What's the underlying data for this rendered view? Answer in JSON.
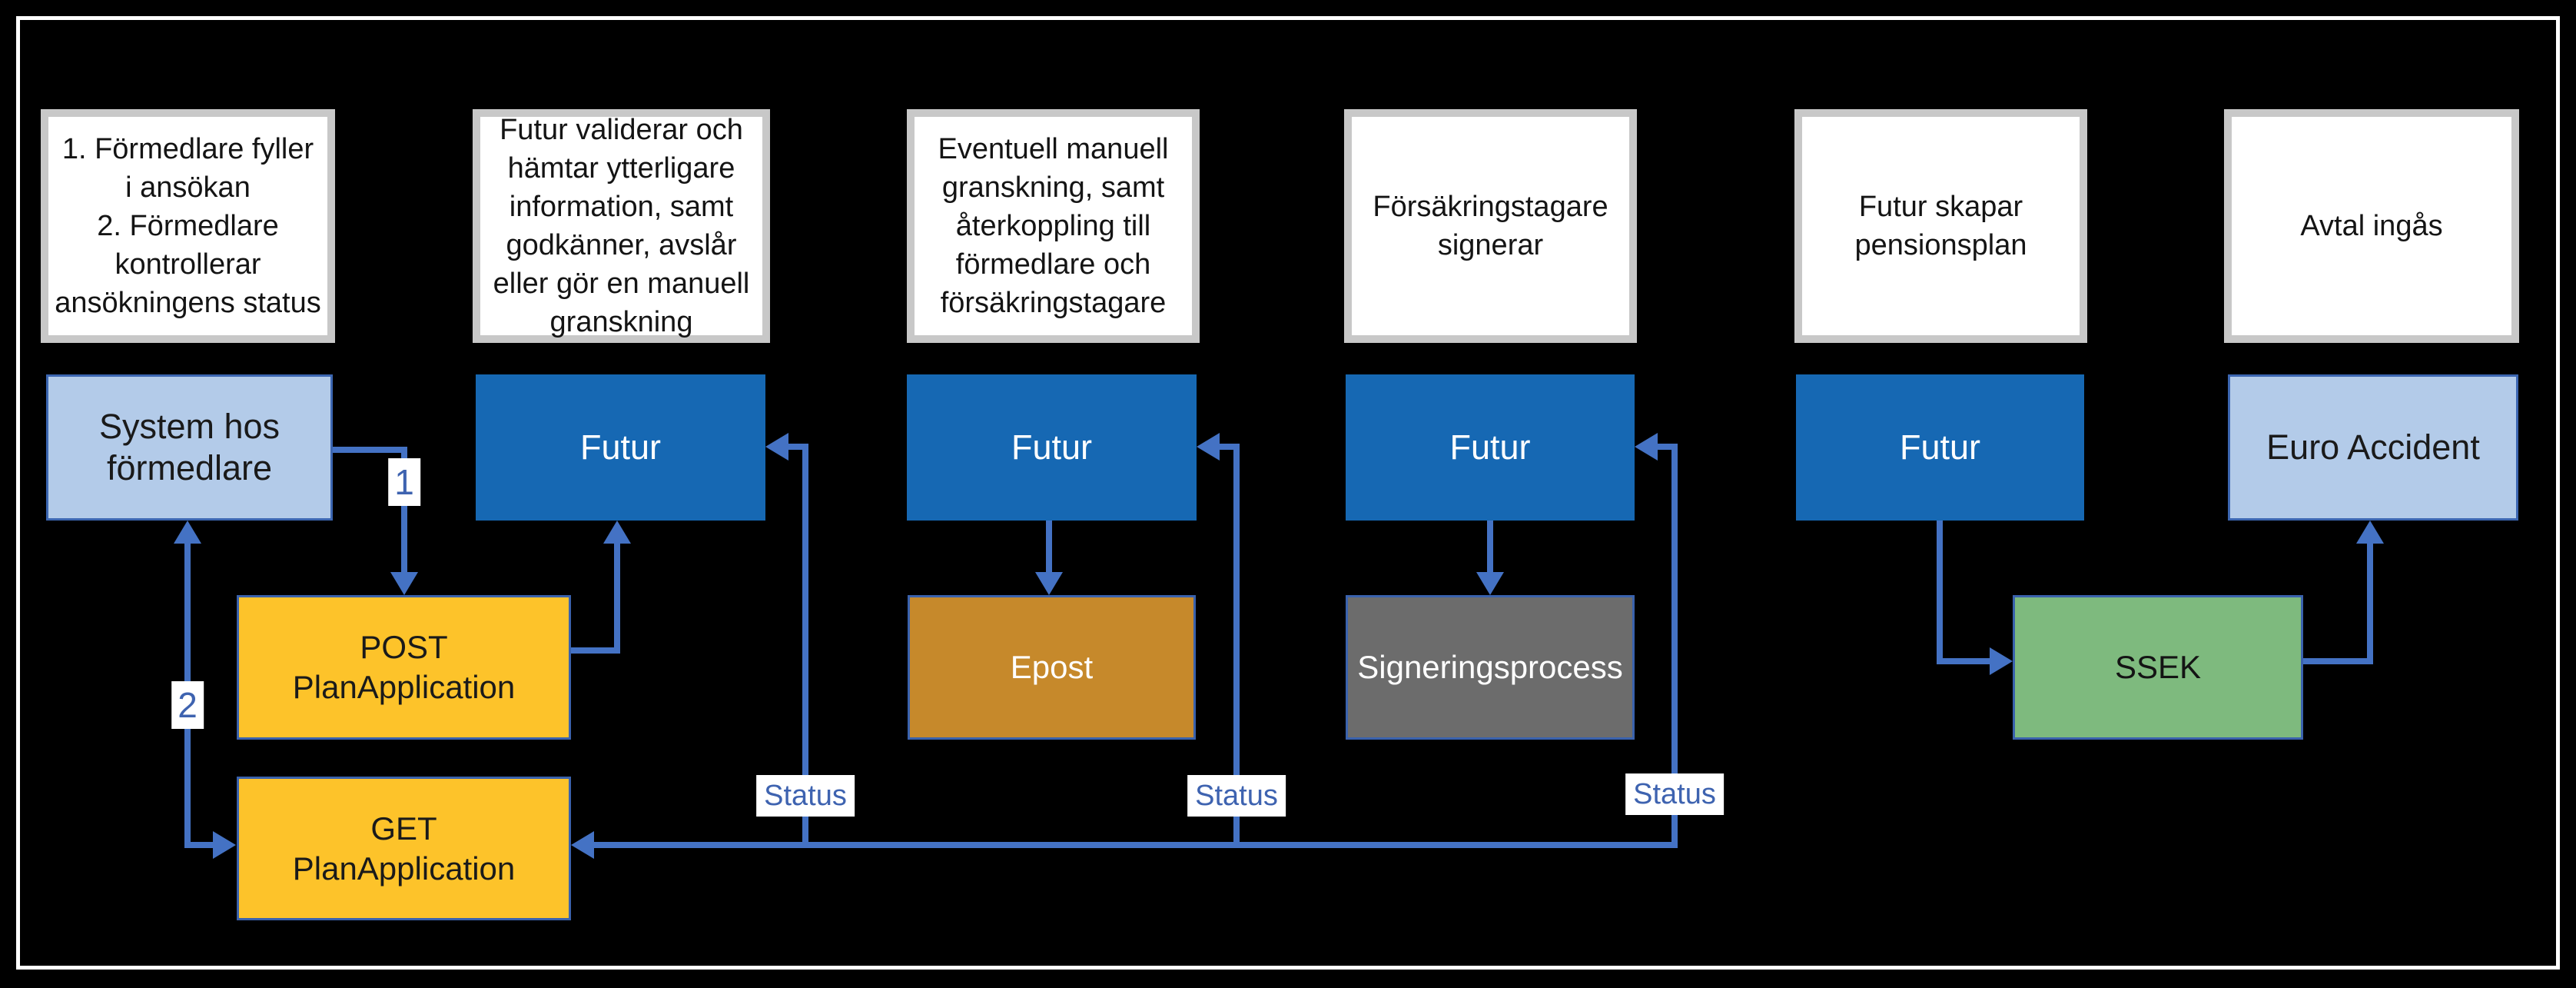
{
  "colors": {
    "background": "#000000",
    "frame_border": "#ffffff",
    "note_fill": "#ffffff",
    "note_border": "#c8c8c8",
    "light_blue_fill": "#b3cbe9",
    "dark_blue_fill": "#1668b3",
    "yellow_fill": "#fdc32a",
    "orange_fill": "#c6892b",
    "gray_fill": "#6c6c6c",
    "green_fill": "#7eba7e",
    "connector_blue": "#4472c4",
    "connector_label_text": "#3e63b0"
  },
  "notes": {
    "n1": "1. Förmedlare fyller\ni ansökan\n2. Förmedlare\nkontrollerar\nansökningens status",
    "n2": "Futur validerar och\nhämtar ytterligare\ninformation, samt\ngodkänner, avslår\neller gör en manuell\ngranskning",
    "n3": "Eventuell manuell\ngranskning, samt\nåterkoppling till\nförmedlare och\nförsäkringstagare",
    "n4": "Försäkringstagare\nsignerar",
    "n5": "Futur skapar\npensionsplan",
    "n6": "Avtal ingås"
  },
  "actors": {
    "a1": "System hos\nförmedlare",
    "a2": "Futur",
    "a3": "Futur",
    "a4": "Futur",
    "a5": "Futur",
    "a6": "Euro Accident"
  },
  "process": {
    "post": "POST\nPlanApplication",
    "get": "GET\nPlanApplication",
    "epost": "Epost",
    "signering": "Signeringsprocess",
    "ssek": "SSEK"
  },
  "labels": {
    "step1": "1",
    "step2": "2",
    "status1": "Status",
    "status2": "Status",
    "status3": "Status"
  }
}
